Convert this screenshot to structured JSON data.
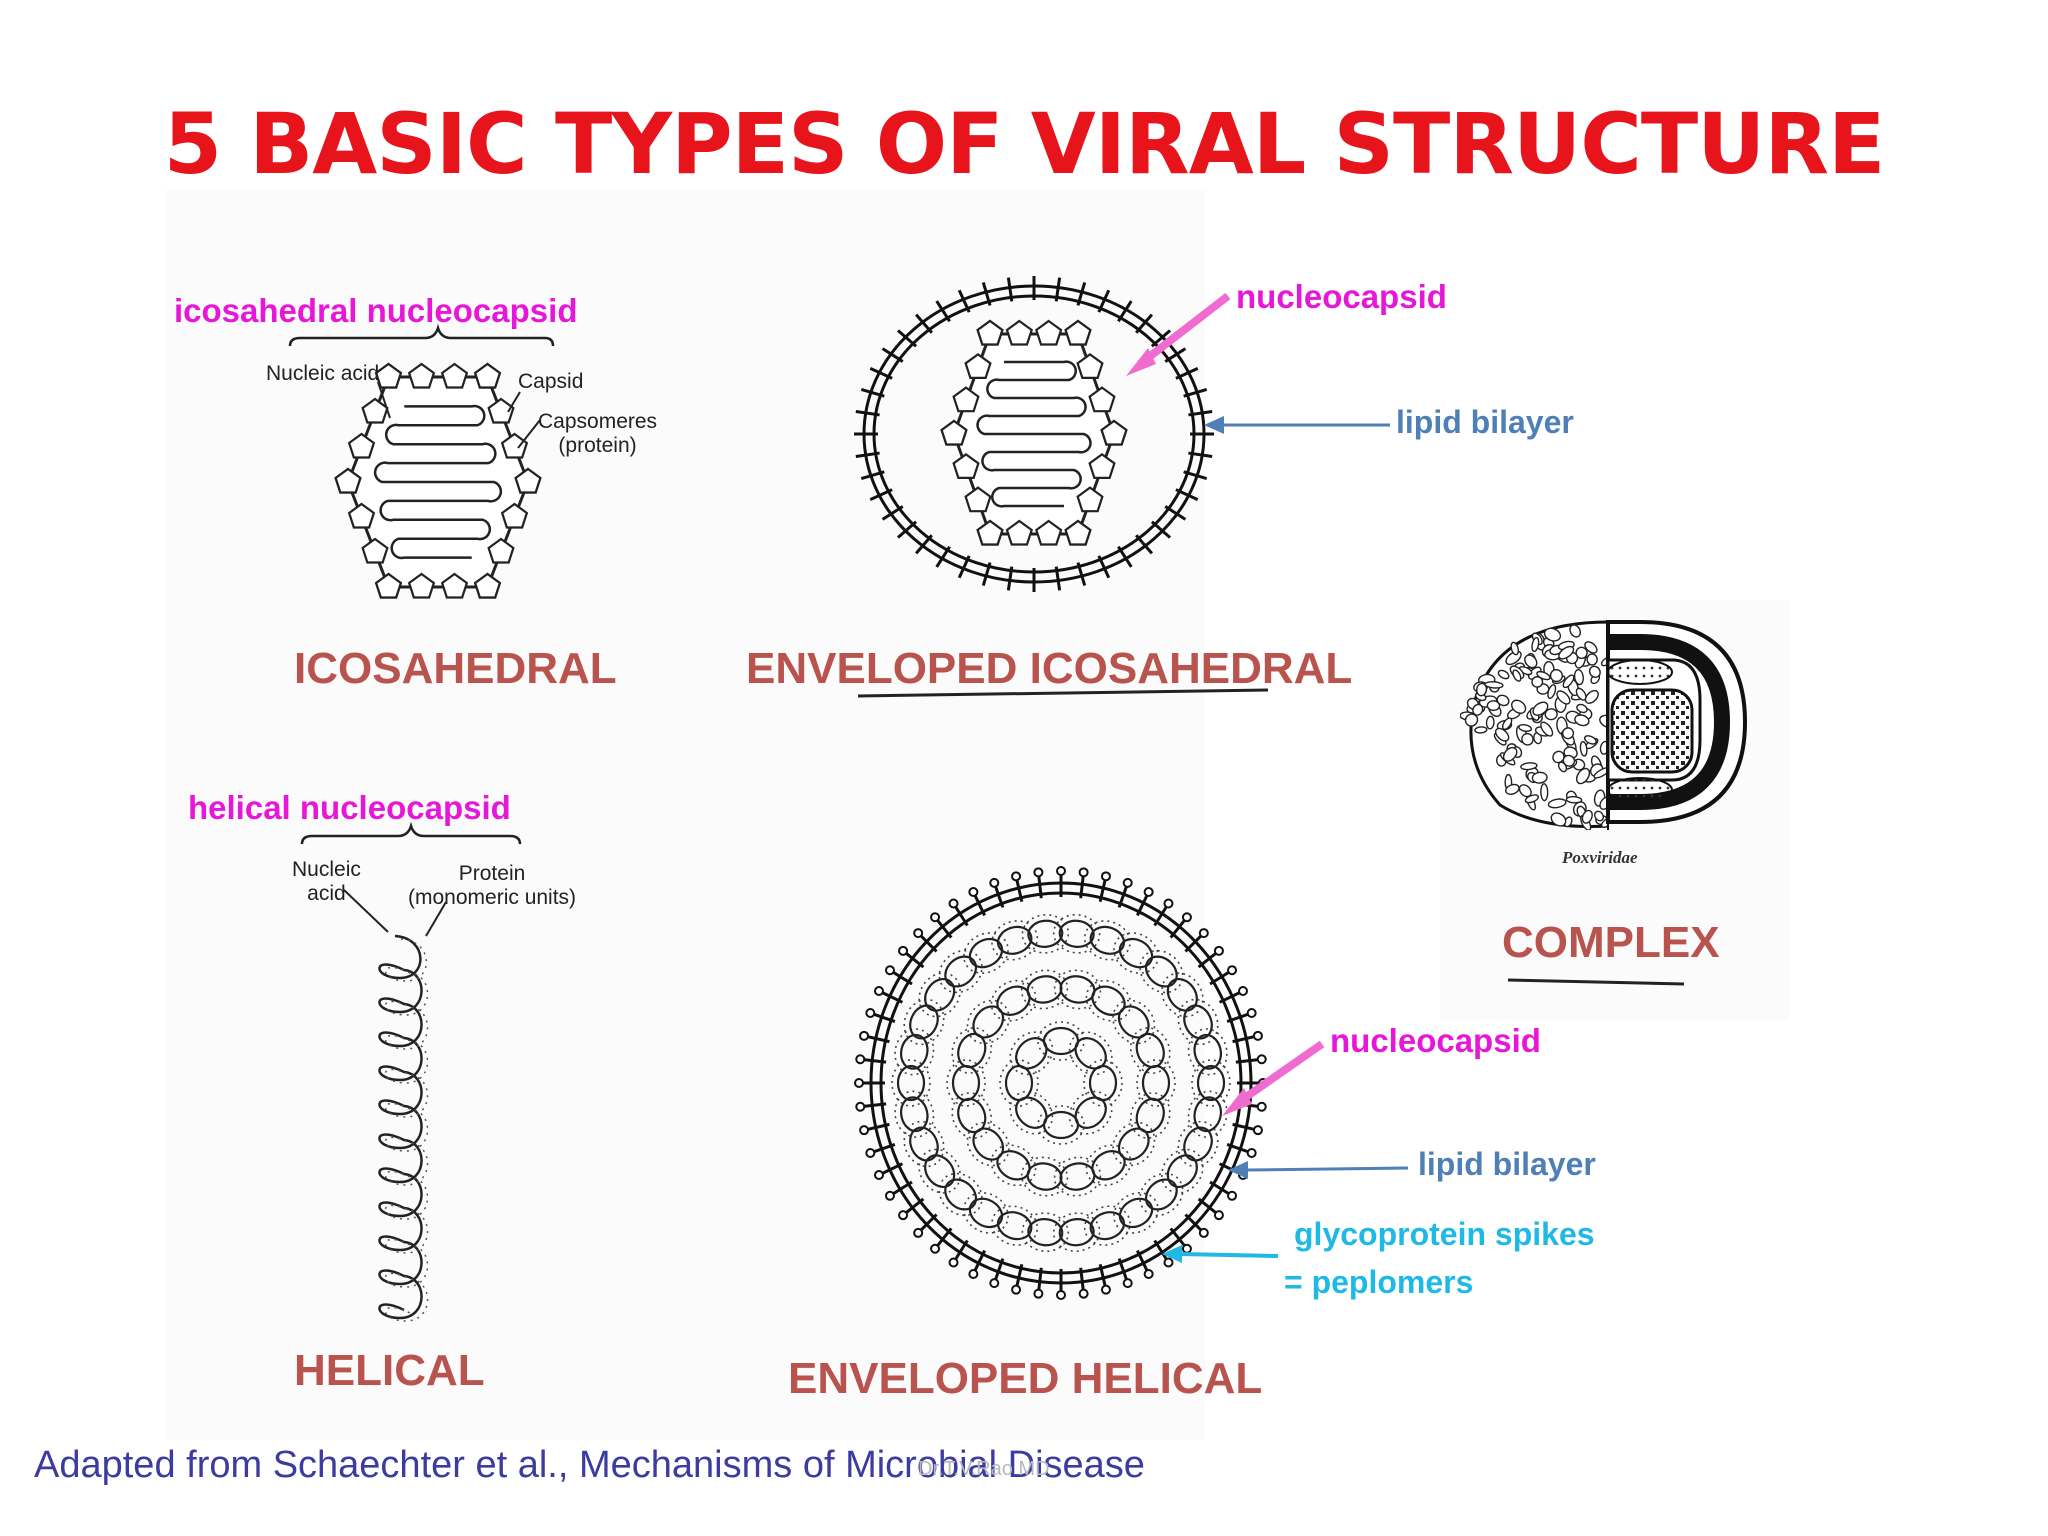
{
  "title": "5 BASIC TYPES OF VIRAL STRUCTURE",
  "types": {
    "icosahedral": "ICOSAHEDRAL",
    "enveloped_icosahedral": "ENVELOPED ICOSAHEDRAL",
    "complex": "COMPLEX",
    "helical": "HELICAL",
    "enveloped_helical": "ENVELOPED HELICAL"
  },
  "icosahedral_labels": {
    "group": "icosahedral nucleocapsid",
    "nucleic_acid": "Nucleic acid",
    "capsid": "Capsid",
    "capsomeres_line1": "Capsomeres",
    "capsomeres_line2": "(protein)"
  },
  "enveloped_icosahedral_labels": {
    "nucleocapsid": "nucleocapsid",
    "lipid_bilayer": "lipid bilayer"
  },
  "complex_labels": {
    "caption": "Poxviridae"
  },
  "helical_labels": {
    "group": "helical nucleocapsid",
    "nucleic_line1": "Nucleic",
    "nucleic_line2": "acid",
    "protein_line1": "Protein",
    "protein_line2": "(monomeric units)"
  },
  "enveloped_helical_labels": {
    "nucleocapsid": "nucleocapsid",
    "lipid_bilayer": "lipid bilayer",
    "spikes_line1": "glycoprotein spikes",
    "spikes_line2": "= peplomers"
  },
  "footer": "Adapted from Schaechter et al., Mechanisms of Microbial Disease",
  "watermark": "Dr.T.V.Rao MD",
  "colors": {
    "title": "#e8141c",
    "type_label": "#b8534e",
    "nucleocapsid_label": "#e617d9",
    "lipid_label": "#4f7fb7",
    "spike_label": "#1fb9e6",
    "footer": "#3b3ba0"
  }
}
